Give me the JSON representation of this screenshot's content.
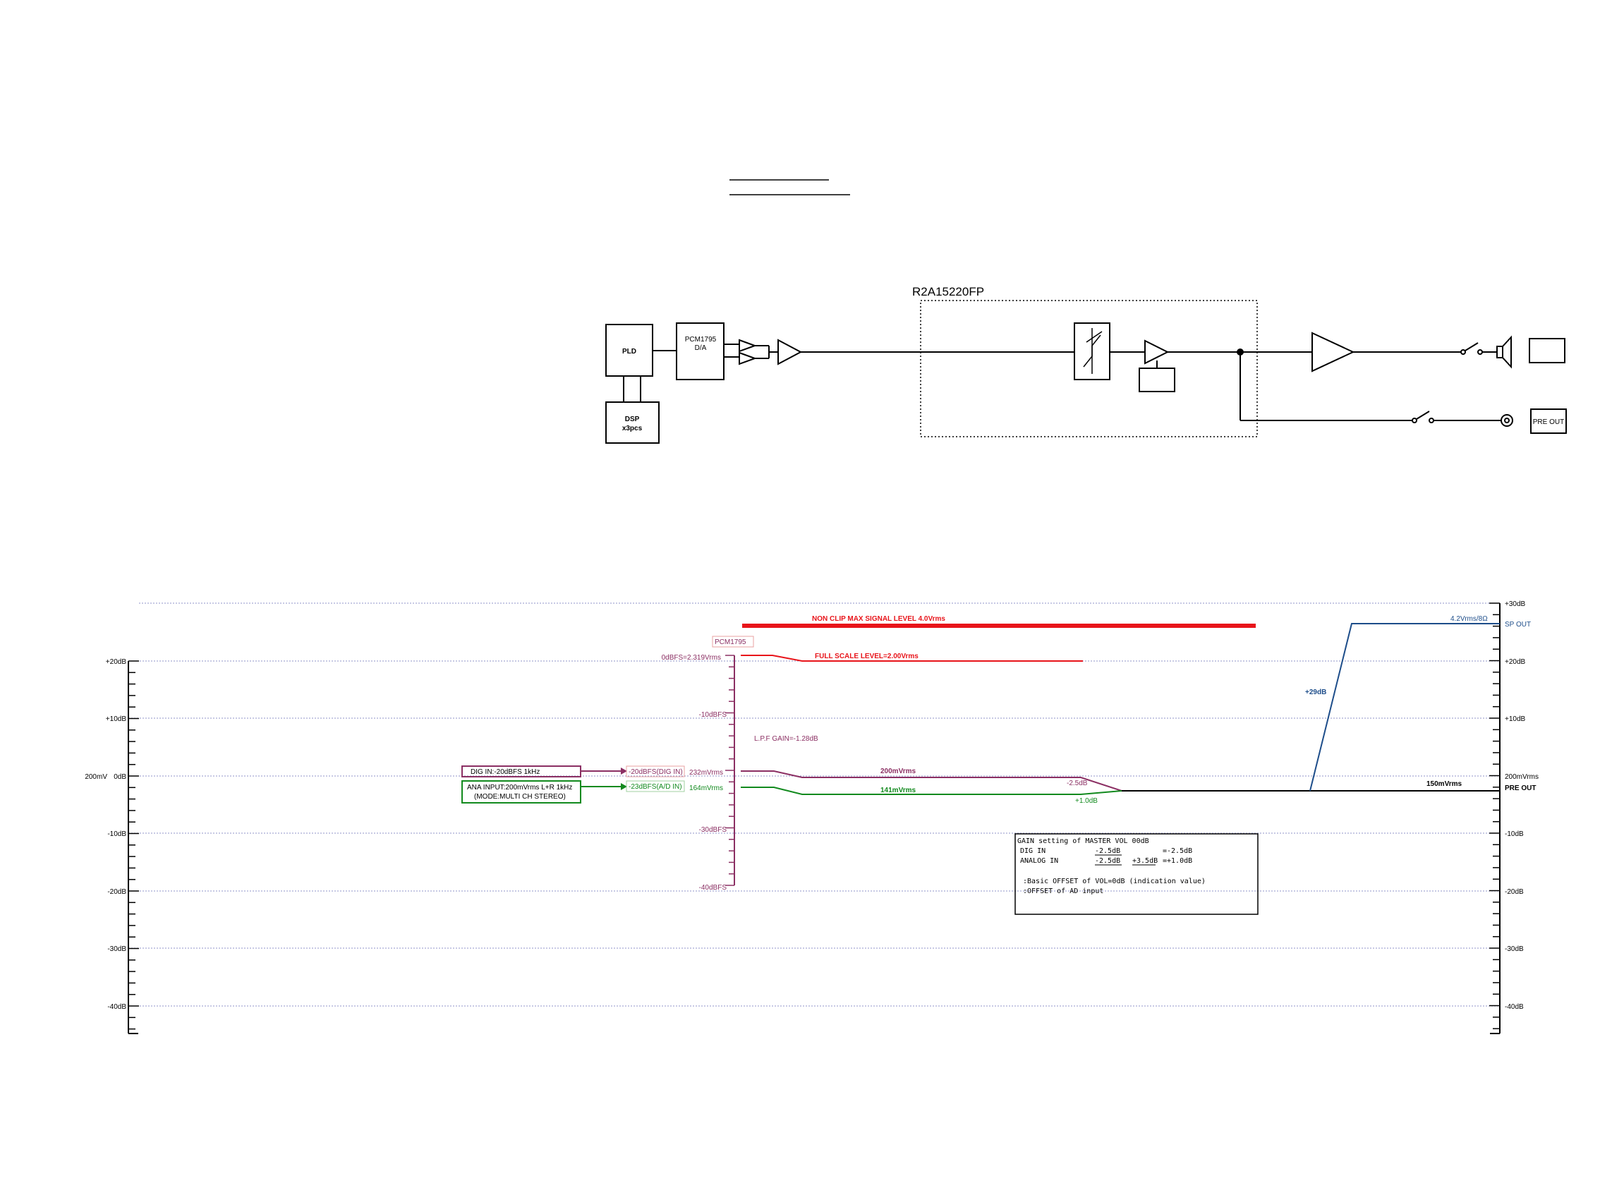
{
  "block": {
    "pld": "PLD",
    "pcm_line1": "PCM1795",
    "pcm_line2": "D/A",
    "dsp_line1": "DSP",
    "dsp_line2": "x3pcs",
    "ic_name": "R2A15220FP",
    "pre_out": "PRE OUT"
  },
  "level": {
    "left_ticks": [
      "+20dB",
      "+10dB",
      "0dB",
      "-10dB",
      "-20dB",
      "-30dB",
      "-40dB"
    ],
    "left_ref": "200mV",
    "right_ticks": [
      "+30dB",
      "+20dB",
      "+10dB",
      "-10dB",
      "-20dB",
      "-30dB",
      "-40dB"
    ],
    "right_ref": "200mVrms",
    "right_preout": "PRE OUT",
    "right_spout": "SP OUT",
    "pcm_label": "PCM1795",
    "pcm_ticks": [
      "0dBFS=2.319Vrms",
      "-10dBFS",
      "-30dBFS",
      "-40dBFS"
    ],
    "pcm_232": "232mVrms",
    "pcm_164": "164mVrms",
    "dig_in_box": "DIG IN:-20dBFS 1kHz",
    "ana_in_box_line1": "ANA INPUT:200mVrms L+R 1kHz",
    "ana_in_box_line2": "(MODE:MULTI CH STEREO)",
    "dig_in_tag": "-20dBFS(DIG IN)",
    "ana_in_tag": "-23dBFS(A/D IN)",
    "non_clip": "NON CLIP MAX SIGNAL LEVEL 4.0Vrms",
    "full_scale": "FULL SCALE LEVEL=2.00Vrms",
    "lpf_gain": "L.P.F GAIN=-1.28dB",
    "v200": "200mVrms",
    "v141": "141mVrms",
    "minus25": "-2.5dB",
    "plus10": "+1.0dB",
    "gain29": "+29dB",
    "v42": "4.2Vrms/8Ω",
    "v150": "150mVrms",
    "gain_box": {
      "title": "GAIN setting of MASTER VOL 00dB",
      "dig_label": "DIG IN",
      "dig_v1": "-2.5dB",
      "dig_res": "=-2.5dB",
      "ana_label": "ANALOG IN",
      "ana_v1": "-2.5dB",
      "ana_v2": "+3.5dB",
      "ana_res": "=+1.0dB",
      "note1": ":Basic OFFSET of VOL=0dB (indication value)",
      "note2": ":OFFSET of AD input"
    }
  },
  "colors": {
    "red": "#e8141a",
    "purple": "#8b2f63",
    "green": "#128a1e",
    "blue": "#1d4d8a",
    "grid": "#8f93c8"
  }
}
